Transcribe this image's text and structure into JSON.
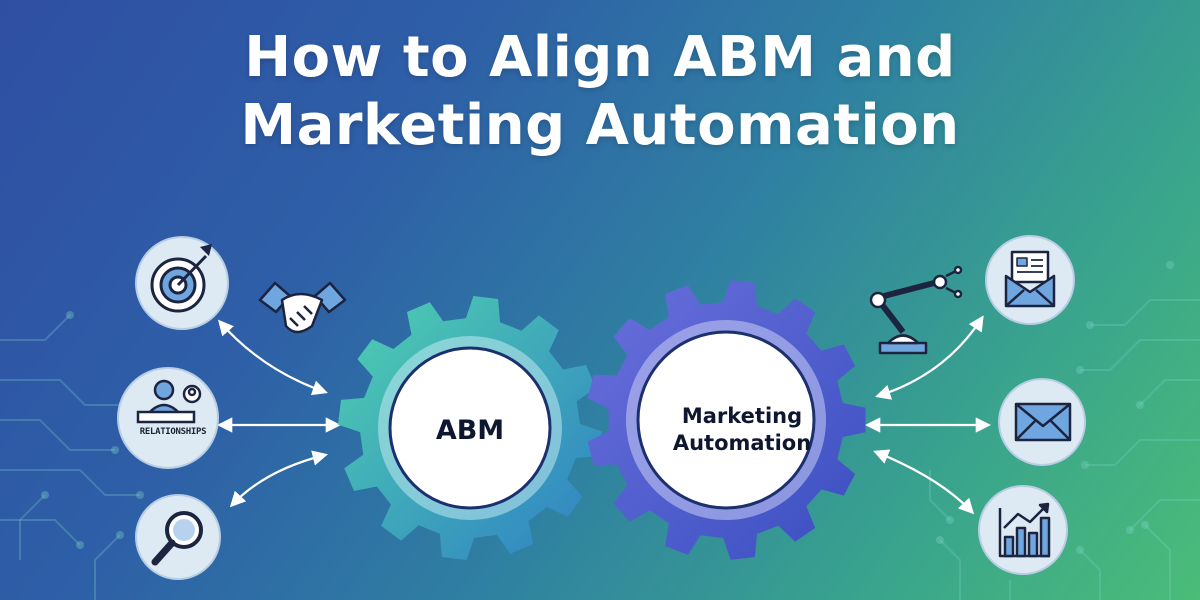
{
  "title": {
    "line1": "How to Align ABM and",
    "line2": "Marketing Automation"
  },
  "hubs": {
    "abm": {
      "label": "ABM",
      "color_from": "#4fd1b0",
      "color_to": "#2f7fc4"
    },
    "marketing_automation": {
      "label_line1": "Marketing",
      "label_line2": "Automation",
      "color_from": "#6a6fdc",
      "color_to": "#3a4fc0"
    }
  },
  "left_nodes": [
    {
      "icon": "target-icon"
    },
    {
      "icon": "person-at-desk-icon",
      "label": "RELATIONSHIPS"
    },
    {
      "icon": "magnifier-icon"
    }
  ],
  "right_nodes": [
    {
      "icon": "newsletter-envelope-icon"
    },
    {
      "icon": "envelope-icon"
    },
    {
      "icon": "bar-chart-icon"
    }
  ],
  "floating_icons": [
    "handshake-icon",
    "robot-arm-icon"
  ],
  "colors": {
    "node_fill": "#dde9f3",
    "icon_stroke": "#1c2440",
    "icon_fill": "#6fa6e0",
    "arrow": "#ffffff"
  }
}
